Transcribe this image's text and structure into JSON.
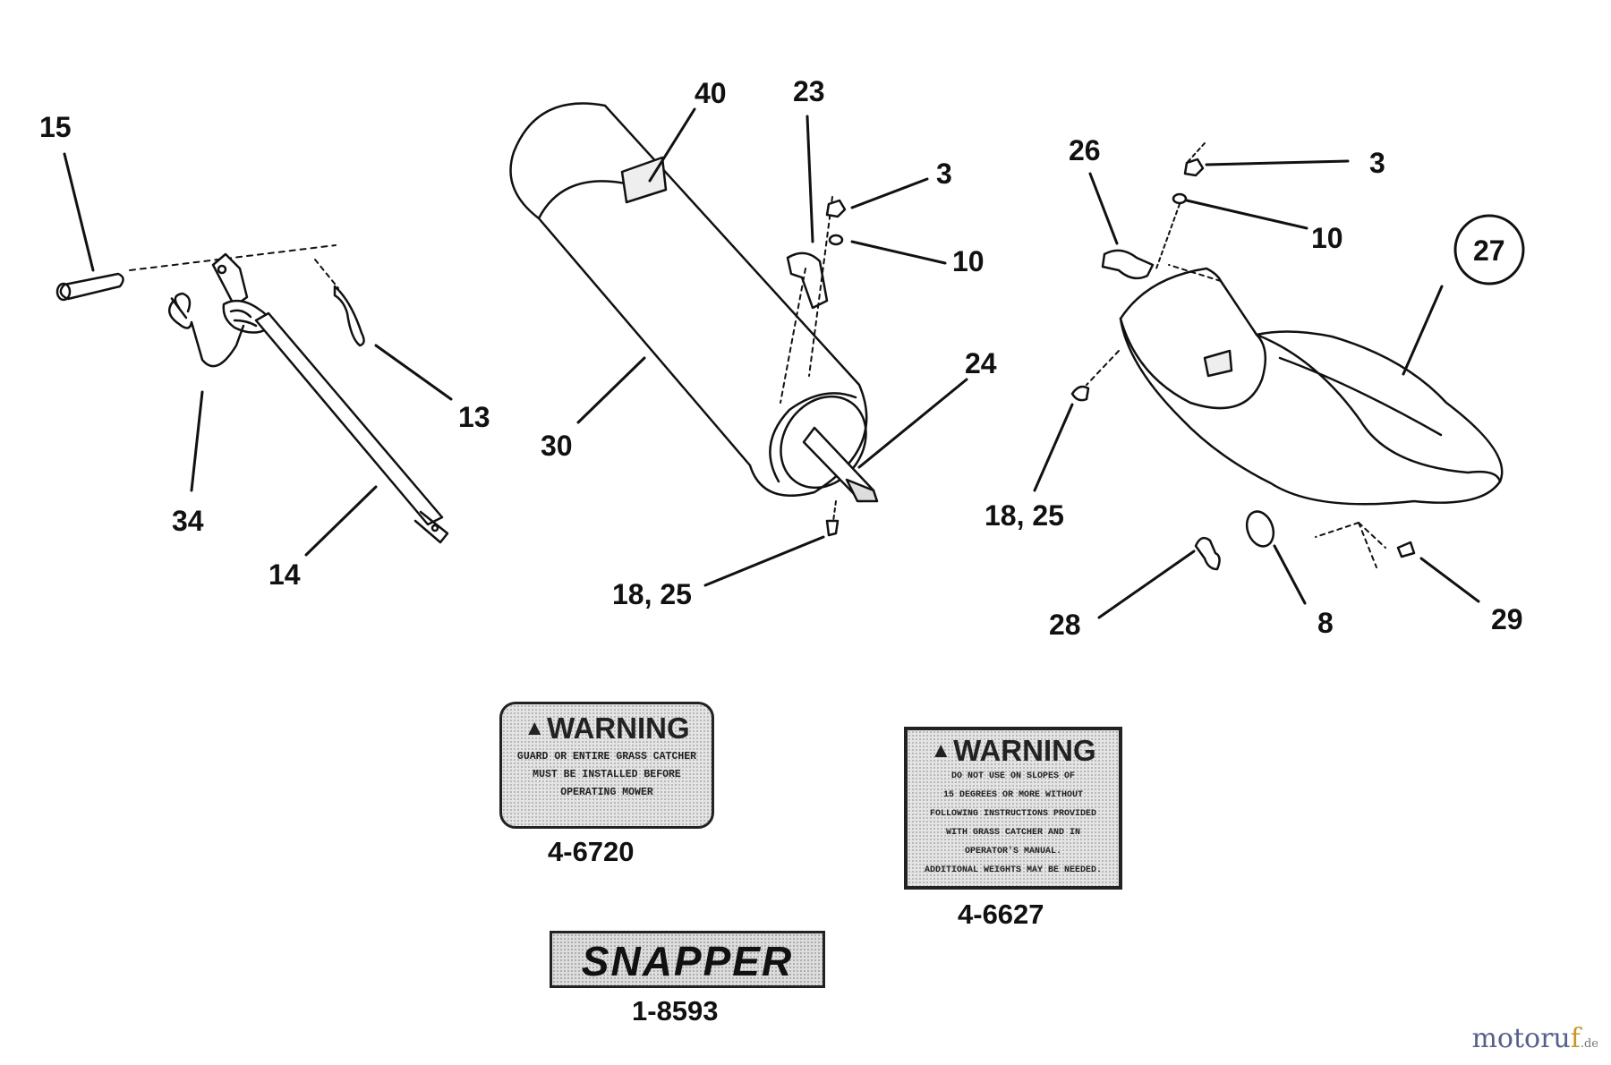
{
  "callouts": {
    "c15": "15",
    "c34": "34",
    "c13": "13",
    "c14": "14",
    "c40": "40",
    "c23": "23",
    "c3a": "3",
    "c10a": "10",
    "c24": "24",
    "c30": "30",
    "c1825a": "18, 25",
    "c26": "26",
    "c3b": "3",
    "c10b": "10",
    "c27": "27",
    "c1825b": "18, 25",
    "c28": "28",
    "c8": "8",
    "c29": "29"
  },
  "decals": {
    "warning_1": {
      "heading": "WARNING",
      "lines": [
        "GUARD OR ENTIRE GRASS CATCHER",
        "MUST BE INSTALLED BEFORE",
        "OPERATING MOWER"
      ],
      "part_number": "4-6720"
    },
    "warning_2": {
      "heading": "WARNING",
      "lines": [
        "DO NOT USE ON SLOPES OF",
        "15 DEGREES OR MORE WITHOUT",
        "FOLLOWING INSTRUCTIONS PROVIDED",
        "WITH GRASS CATCHER AND IN",
        "OPERATOR'S MANUAL.",
        "ADDITIONAL WEIGHTS MAY BE NEEDED."
      ],
      "part_number": "4-6627"
    },
    "brand": {
      "text": "SNAPPER",
      "part_number": "1-8593"
    }
  },
  "watermark": {
    "main": "motoru",
    "accent": "f",
    "tld": ".de"
  },
  "colors": {
    "line": "#111111",
    "decal_fill": "#e4e4e4",
    "watermark": "#55608c",
    "watermark_accent": "#c8962a"
  }
}
